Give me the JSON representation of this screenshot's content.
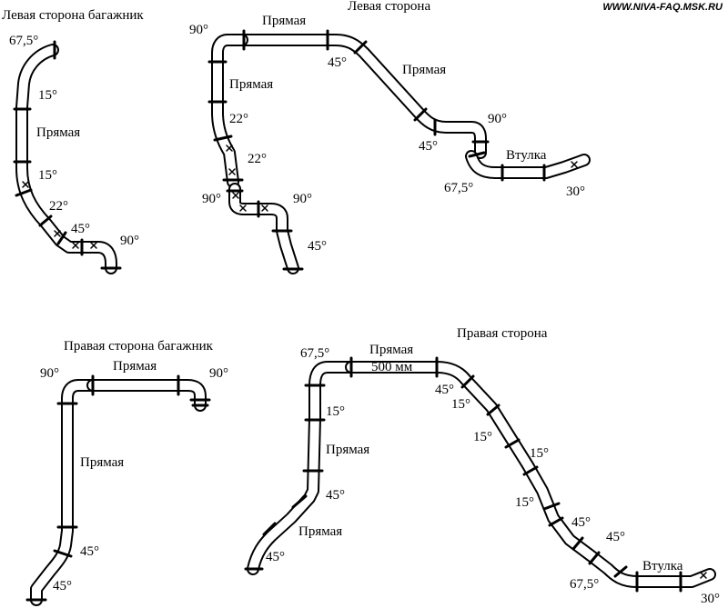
{
  "watermark": "WWW.NIVA-FAQ.MSK.RU",
  "panels": {
    "left_trunk": {
      "title": "Левая сторона багажник",
      "labels": [
        "67,5°",
        "15°",
        "Прямая",
        "15°",
        "22°",
        "45°",
        "90°"
      ]
    },
    "left_side": {
      "title": "Левая сторона",
      "labels": [
        "90°",
        "Прямая",
        "45°",
        "Прямая",
        "90°",
        "45°",
        "Прямая",
        "22°",
        "22°",
        "90°",
        "90°",
        "45°",
        "Втулка",
        "67,5°",
        "30°"
      ]
    },
    "right_trunk": {
      "title": "Правая сторона багажник",
      "labels": [
        "90°",
        "Прямая",
        "90°",
        "Прямая",
        "45°",
        "45°"
      ]
    },
    "right_side": {
      "title": "Правая сторона",
      "labels": [
        "67,5°",
        "Прямая",
        "500 мм",
        "45°",
        "15°",
        "15°",
        "15°",
        "15°",
        "15°",
        "Прямая",
        "45°",
        "Прямая",
        "45°",
        "45°",
        "45°",
        "Втулка",
        "67,5°",
        "30°"
      ]
    }
  }
}
